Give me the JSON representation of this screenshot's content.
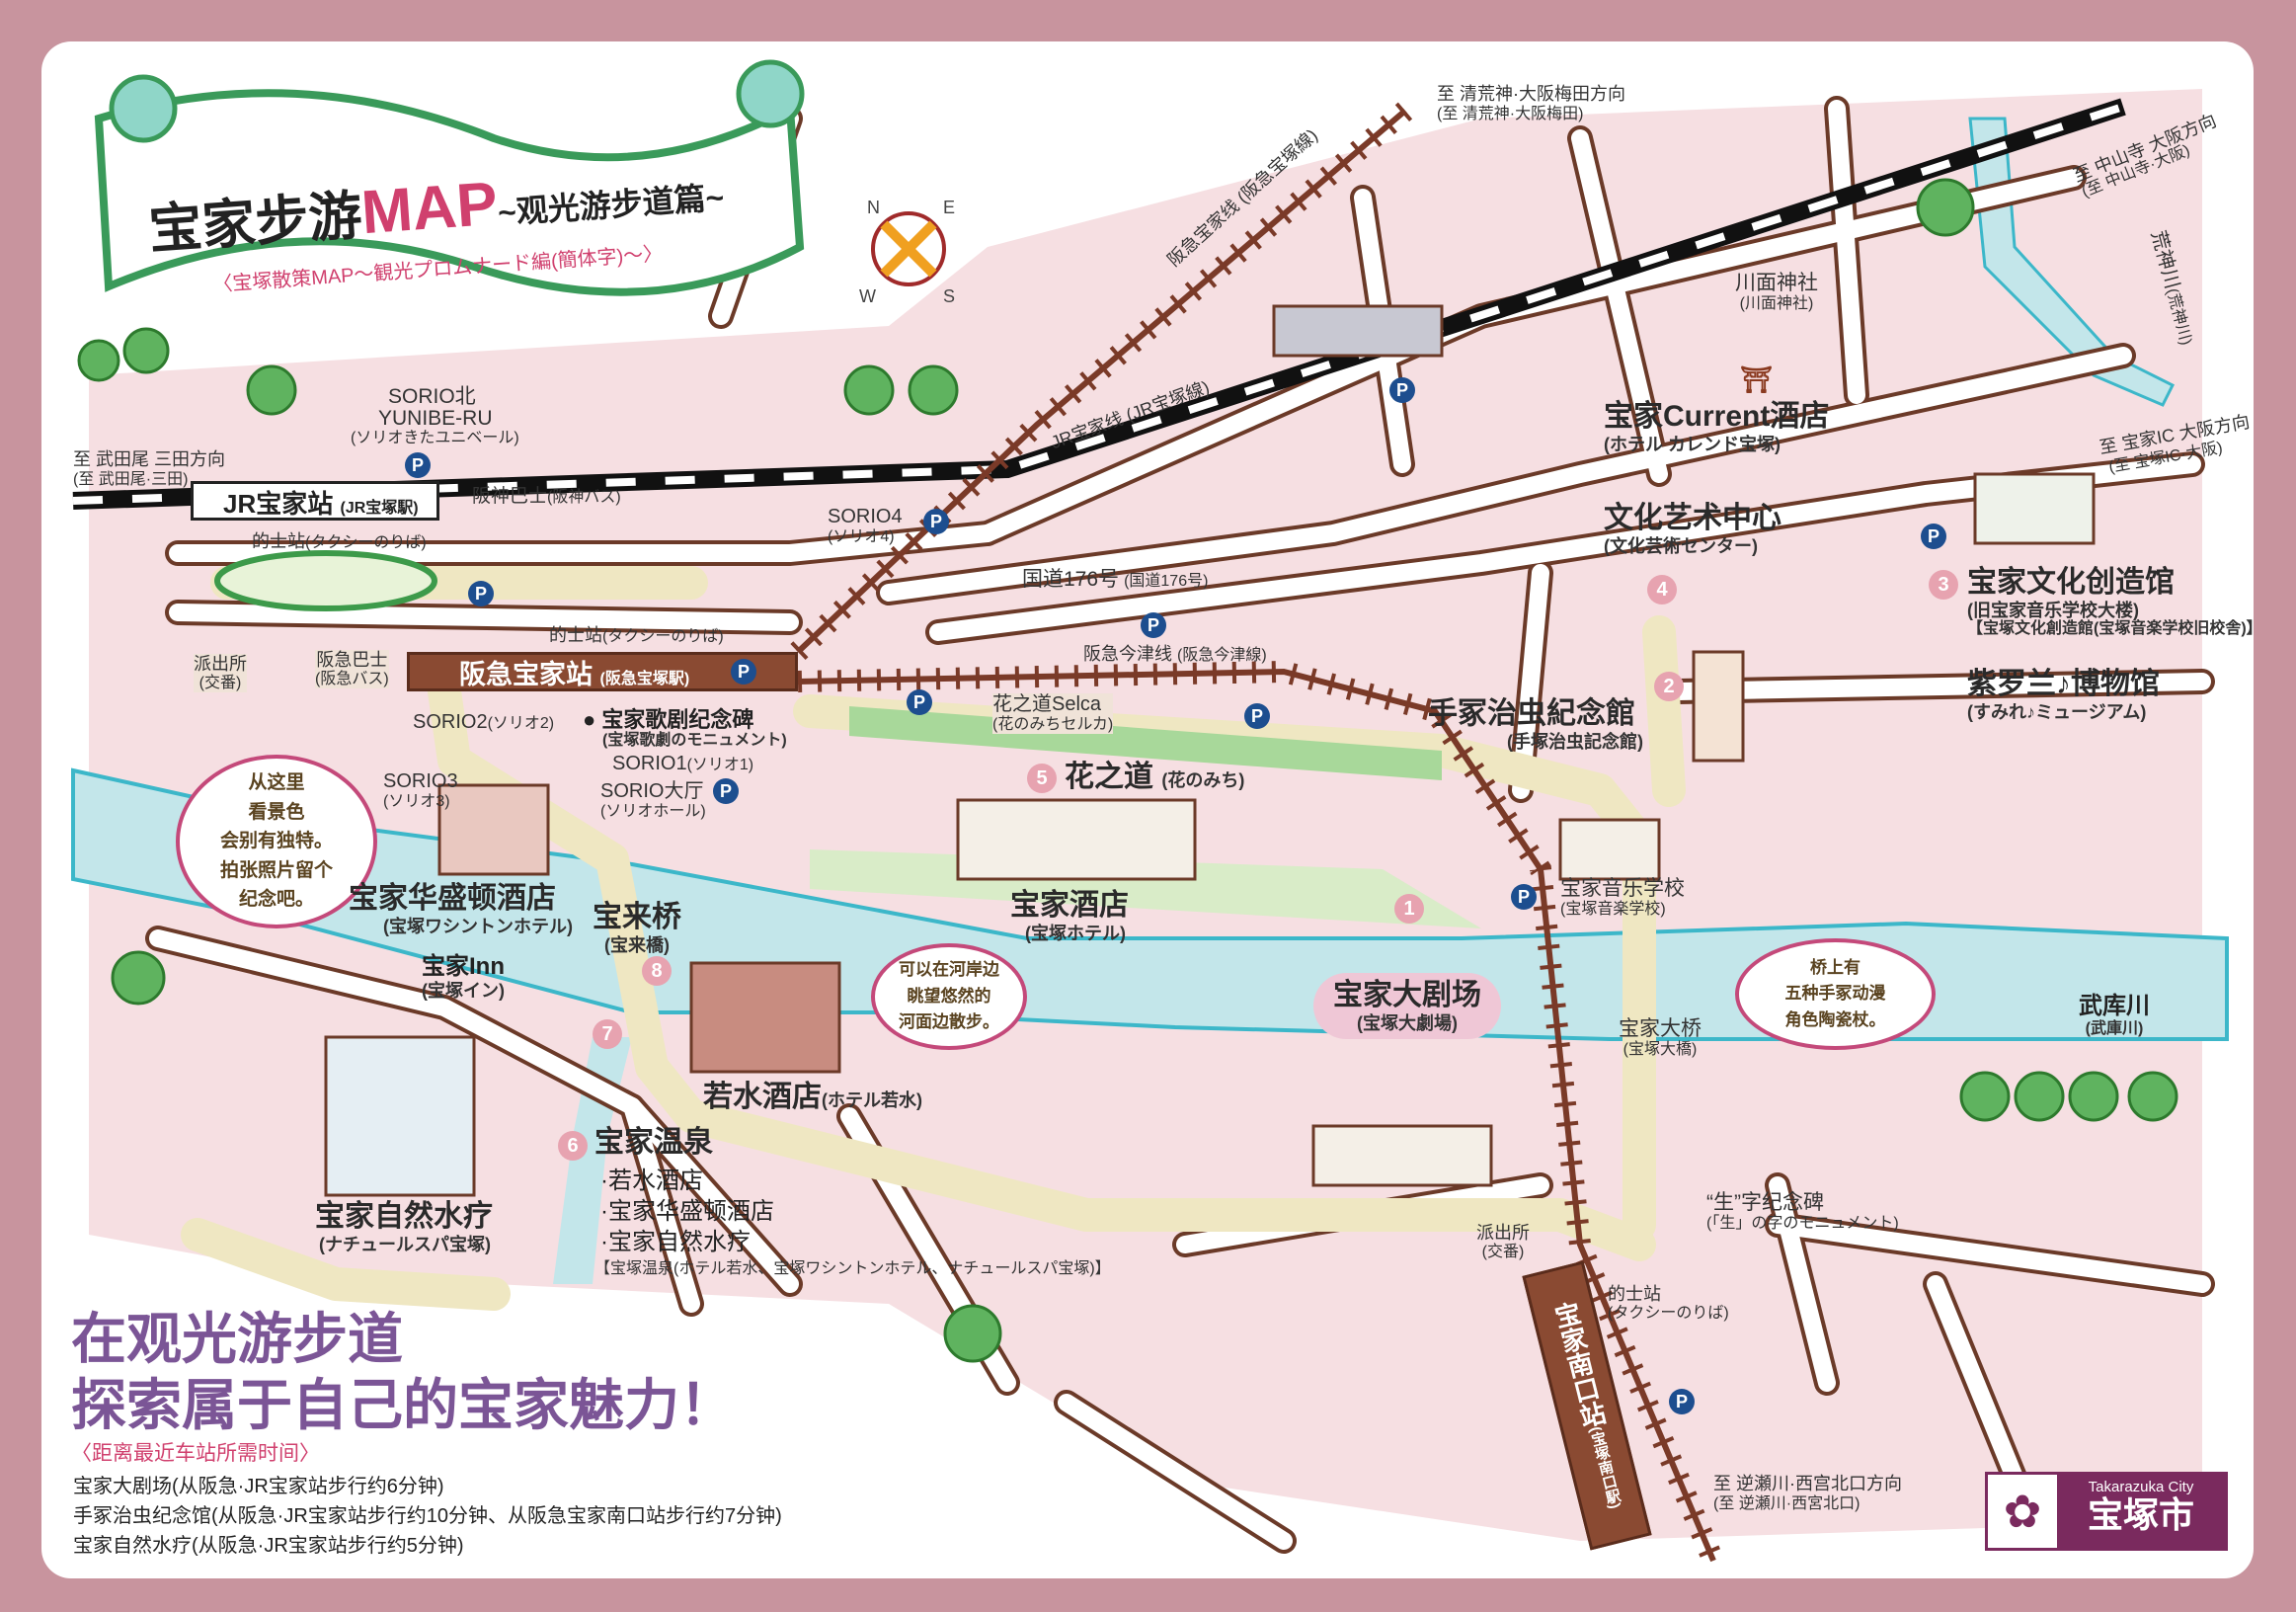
{
  "title": {
    "main": "宝家步游",
    "map": "MAP",
    "suffix": "~观光游步道篇~",
    "subtitle": "〈宝塚散策MAP～観光プロムナード編(簡体字)～〉"
  },
  "compass": {
    "n": "N",
    "e": "E",
    "s": "S",
    "w": "W"
  },
  "directions": {
    "umeda": {
      "main": "至 清荒神·大阪梅田方向",
      "sub": "(至 清荒神·大阪梅田)"
    },
    "nakayama": {
      "main": "至 中山寺 大阪方向",
      "sub": "(至 中山寺·大阪)"
    },
    "takedao": {
      "main": "至 武田尾 三田方向",
      "sub": "(至 武田尾·三田)"
    },
    "ic": {
      "main": "至 宝家IC 大阪方向",
      "sub": "(至 宝塚IC·大阪)"
    },
    "sakasegawa": {
      "main": "至 逆瀬川·西宫北口方向",
      "sub": "(至 逆瀬川·西宮北口)"
    }
  },
  "lines": {
    "hankyu_takarazuka": "阪急宝家线 (阪急宝塚線)",
    "jr": "JR宝家线 (JR宝塚線)",
    "imazu": {
      "main": "阪急今津线",
      "sub": "(阪急今津線)"
    },
    "route176": {
      "main": "国道176号",
      "sub": "(国道176号)"
    }
  },
  "stations": {
    "jr": {
      "main": "JR宝家站",
      "sub": "(JR宝塚駅)"
    },
    "hankyu": {
      "main": "阪急宝家站",
      "sub": "(阪急宝塚駅)"
    },
    "minamiguchi": {
      "main": "宝家南口站",
      "sub": "(宝塚南口駅)"
    }
  },
  "places": {
    "sorio_kita": {
      "l1": "SORIO北",
      "l2": "YUNIBE-RU",
      "sub": "(ソリオきたユニベール)"
    },
    "hanshin_bus": {
      "main": "阪神巴士",
      "sub": "(阪神バス)"
    },
    "taxi1": {
      "main": "的士站",
      "sub": "(タクシーのりば)"
    },
    "koban1": {
      "main": "派出所",
      "sub": "(交番)"
    },
    "hankyu_bus": {
      "main": "阪急巴士",
      "sub": "(阪急バス)"
    },
    "taxi2": {
      "main": "的士站",
      "sub": "(タクシーのりば)"
    },
    "sorio4": {
      "main": "SORIO4",
      "sub": "(ソリオ4)"
    },
    "sorio2": {
      "main": "SORIO2",
      "sub": "(ソリオ2)"
    },
    "kageki_monument": {
      "main": "宝家歌剧纪念碑",
      "sub": "(宝塚歌劇のモニュメント)"
    },
    "sorio1": {
      "main": "SORIO1",
      "sub": "(ソリオ1)"
    },
    "sorio_hall": {
      "main": "SORIO大厅",
      "sub": "(ソリオホール)"
    },
    "sorio3": {
      "main": "SORIO3",
      "sub": "(ソリオ3)"
    },
    "washington": {
      "main": "宝家华盛顿酒店",
      "sub": "(宝塚ワシントンホテル)"
    },
    "horai_bridge": {
      "main": "宝来桥",
      "sub": "(宝来橋)"
    },
    "inn": {
      "main": "宝家Inn",
      "sub": "(宝塚イン)"
    },
    "wakamizu": {
      "main": "若水酒店",
      "sub": "(ホテル若水)"
    },
    "onsen": {
      "num": "6",
      "main": "宝家温泉",
      "items": [
        "·若水酒店",
        "·宝家华盛顿酒店",
        "·宝家自然水疗"
      ],
      "note": "【宝塚温泉(ホテル若水、宝塚ワシントンホテル、ナチュールスパ宝塚)】"
    },
    "natural_spa": {
      "main": "宝家自然水疗",
      "sub": "(ナチュールスパ宝塚)"
    },
    "hotel": {
      "main": "宝家酒店",
      "sub": "(宝塚ホテル)"
    },
    "hananomichi": {
      "num": "5",
      "main": "花之道",
      "sub": "(花のみち)"
    },
    "selca": {
      "main": "花之道Selca",
      "sub": "(花のみちセルカ)"
    },
    "grand_theater": {
      "num": "1",
      "main": "宝家大剧场",
      "sub": "(宝塚大劇場)"
    },
    "tezuka": {
      "main": "手冢治虫紀念館",
      "sub": "(手塚治虫記念館)"
    },
    "music_school": {
      "main": "宝家音乐学校",
      "sub": "(宝塚音楽学校)"
    },
    "ohashi": {
      "main": "宝家大桥",
      "sub": "(宝塚大橋)"
    },
    "mukogawa": {
      "main": "武库川",
      "sub": "(武庫川)"
    },
    "arakami": {
      "main": "荒神川",
      "sub": "(荒神川)"
    },
    "kawamo": {
      "main": "川面神社",
      "sub": "(川面神社)"
    },
    "current": {
      "main": "宝家Current酒店",
      "sub": "(ホテル カレンド宝塚)"
    },
    "bunka_center": {
      "main": "文化艺术中心",
      "sub": "(文化芸術センター)"
    },
    "souzoukan": {
      "num": "3",
      "main": "宝家文化创造馆",
      "sub": "(旧宝家音乐学校大楼)",
      "note": "【宝塚文化創造館(宝塚音楽学校旧校舎)】"
    },
    "sumire": {
      "num": "2",
      "main": "紫罗兰♪博物馆",
      "sub": "(すみれ♪ミュージアム)"
    },
    "garden_num": "4",
    "sei_monument": {
      "main": "“生”字纪念碑",
      "sub": "(「生」の字のモニュメント)"
    },
    "koban2": {
      "main": "派出所",
      "sub": "(交番)"
    },
    "taxi3": {
      "main": "的士站",
      "sub": "(タクシーのりば)"
    },
    "bridge_numbers": {
      "horai": "8",
      "spa": "7"
    }
  },
  "bubbles": {
    "view": [
      "从这里",
      "看景色",
      "会别有独特。",
      "拍张照片留个",
      "纪念吧。"
    ],
    "river": [
      "可以在河岸边",
      "眺望悠然的",
      "河面边散步。"
    ],
    "bridge": [
      "桥上有",
      "五种手冢动漫",
      "角色陶瓷杖。"
    ]
  },
  "parking": "P",
  "slogan": {
    "line1": "在观光游步道",
    "line2": "探索属于自己的宝家魅力！"
  },
  "walk_times": {
    "heading": "〈距离最近车站所需时间〉",
    "items": [
      "宝家大剧场(从阪急·JR宝家站步行约6分钟)",
      "手冢治虫纪念馆(从阪急·JR宝家站步行约10分钟、从阪急宝家南口站步行约7分钟)",
      "宝家自然水疗(从阪急·JR宝家站步行约5分钟)"
    ]
  },
  "logo": {
    "en": "Takarazuka City",
    "jp": "宝塚市"
  },
  "colors": {
    "frame": "#c8949e",
    "map_pink": "#f6dfe2",
    "river": "#c3e6ea",
    "path": "#efe7c2",
    "rail_brown": "#7a3a28",
    "accent": "#d0406e",
    "slogan": "#7b5596",
    "logo": "#7a2a5e"
  }
}
